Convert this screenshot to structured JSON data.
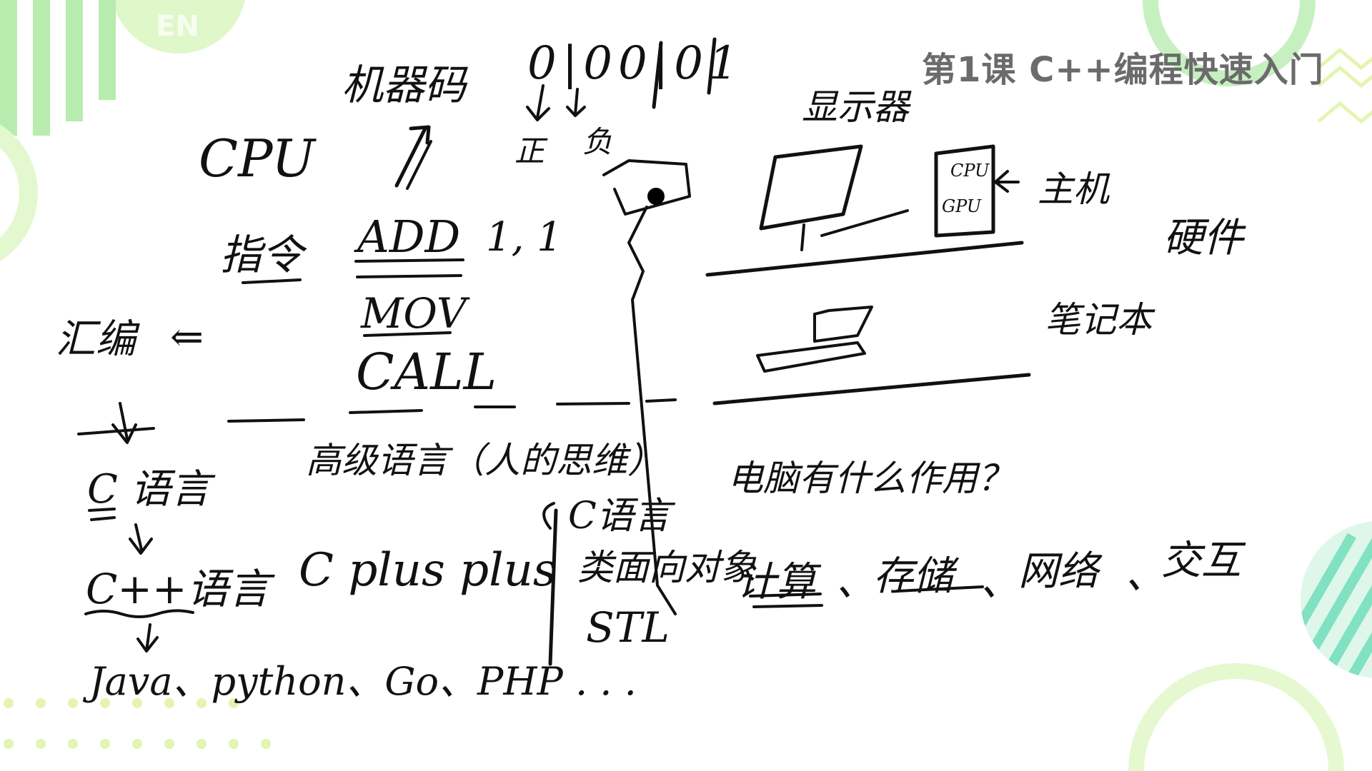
{
  "slide": {
    "title": "第1课 C++编程快速入门",
    "badge": "EN"
  },
  "colors": {
    "accent_green": "#b7ecae",
    "accent_light": "#dcf6c8",
    "accent_teal": "#7fe0c0",
    "title_gray": "#6b6b6b",
    "ink": "#111111"
  },
  "notes": {
    "machine_code": "机器码",
    "binary": "0|00|01",
    "cpu": "CPU",
    "positive": "正",
    "negative": "负",
    "display": "显示器",
    "cpu_chip": "CPU",
    "gpu_chip": "GPU",
    "host": "主机",
    "hardware": "硬件",
    "instruction": "指令",
    "add": "ADD",
    "args": "1, 1",
    "mov": "MOV",
    "call": "CALL",
    "laptop": "笔记本",
    "assembly": "汇编",
    "c_lang": "C 语言",
    "high_level": "高级语言（人的思维）",
    "computer_use": "电脑有什么作用？",
    "c_lang_2": "C语言",
    "oop": "类面向对象",
    "stl": "STL",
    "cpp_lang": "C++语言",
    "cplusplus": "C plus plus",
    "compute": "计算",
    "storage": "存储",
    "network": "网络",
    "interact": "交互",
    "others": "Java、python、Go、PHP . . ."
  }
}
